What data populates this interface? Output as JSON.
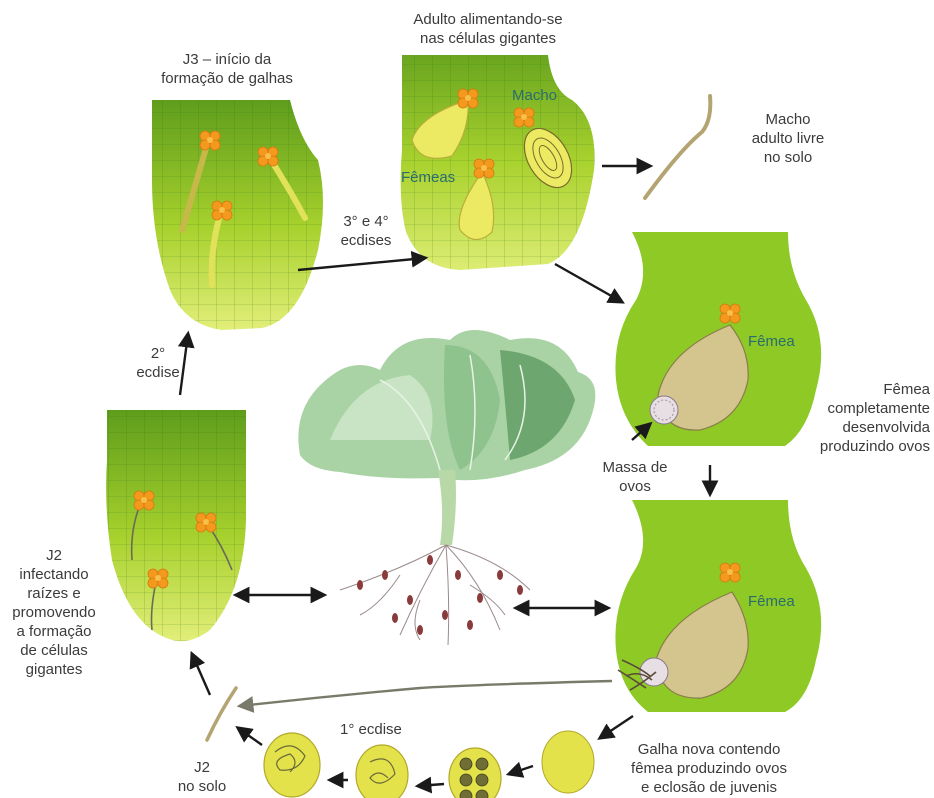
{
  "labels": {
    "j3_line1": "J3 – início da",
    "j3_line2": "formação de galhas",
    "adult_line1": "Adulto alimentando-se",
    "adult_line2": "nas células gigantes",
    "macho_inside": "Macho",
    "femeas_inside": "Fêmeas",
    "male_free_1": "Macho",
    "male_free_2": "adulto livre",
    "male_free_3": "no solo",
    "ecd34_1": "3° e 4°",
    "ecd34_2": "ecdises",
    "ecd2_1": "2°",
    "ecd2_2": "ecdise",
    "femea_1": "Fêmea",
    "femea_2": "Fêmea",
    "female_dev_1": "Fêmea",
    "female_dev_2": "completamente",
    "female_dev_3": "desenvolvida",
    "female_dev_4": "produzindo ovos",
    "egg_mass_1": "Massa de",
    "egg_mass_2": "ovos",
    "j2_inf_1": "J2",
    "j2_inf_2": "infectando",
    "j2_inf_3": "raízes e",
    "j2_inf_4": "promovendo",
    "j2_inf_5": "a formação",
    "j2_inf_6": "de células",
    "j2_inf_7": "gigantes",
    "ecd1": "1° ecdise",
    "j2_soil_1": "J2",
    "j2_soil_2": "no solo",
    "gall_1": "Galha nova contendo",
    "gall_2": "fêmea produzindo ovos",
    "gall_3": "e eclosão de juvenis"
  },
  "colors": {
    "root_light": "#d4e86a",
    "root_mid": "#a6cf2c",
    "root_dark": "#5f9e1a",
    "gall_green": "#8bc926",
    "female_body": "#d3c58d",
    "egg_yellow": "#e8e84a",
    "flower_orange": "#f39a1e",
    "arrow": "#1a1a1a",
    "leaf_light": "#b9dcb5",
    "leaf_dark": "#5e9a62",
    "root_red": "#8a3a3a"
  }
}
